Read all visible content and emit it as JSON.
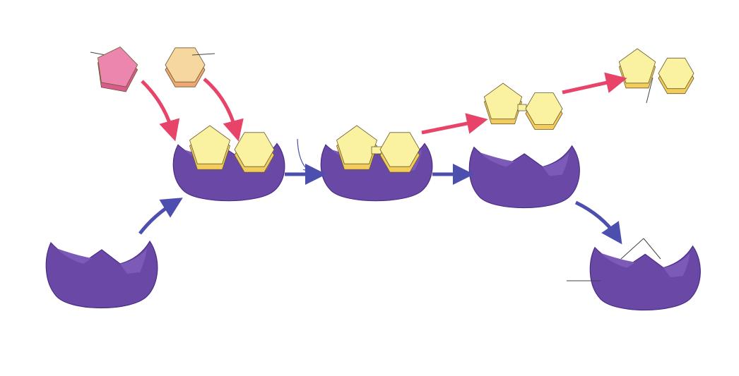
{
  "colors": {
    "enzyme": "#6a48a6",
    "enzyme_dark": "#4a2c86",
    "enzyme_pocket": "#7b5ab8",
    "substrate_a": "#ec86ae",
    "substrate_a_side": "#d95a8c",
    "substrate_b": "#f7d7a0",
    "substrate_b_side": "#f0a774",
    "bound": "#faf2a0",
    "bound_side": "#f3cd5c",
    "red_arrow": "#e8446a",
    "blue_arrow": "#4c4fae",
    "label_line": "#444444"
  },
  "icons": {
    "enzyme": "enzyme-shape",
    "substrate_a": "pentagon",
    "substrate_b": "hexagon"
  }
}
